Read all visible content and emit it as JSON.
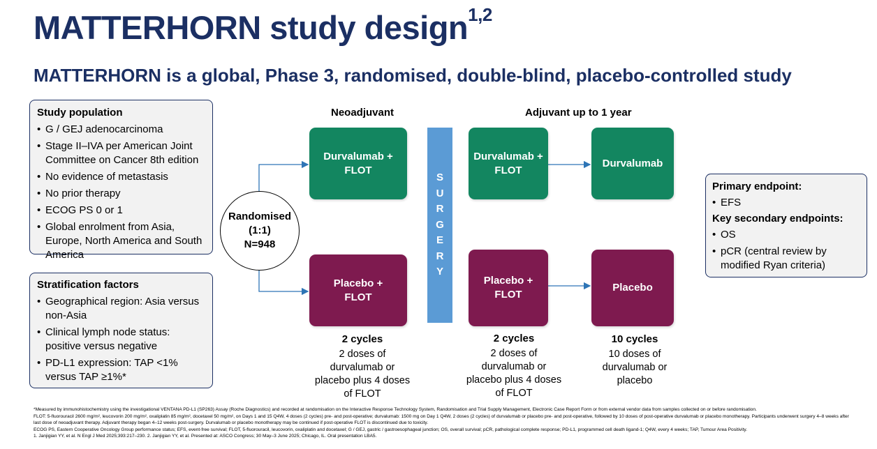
{
  "title": {
    "main": "MATTERHORN study design",
    "sup": "1,2"
  },
  "subtitle": "MATTERHORN is a global, Phase 3, randomised, double-blind, placebo-controlled study",
  "study_population": {
    "heading": "Study population",
    "items": [
      "G / GEJ adenocarcinoma",
      "Stage II–IVA per American Joint Committee on Cancer 8th edition",
      "No evidence of metastasis",
      "No prior therapy",
      "ECOG PS 0 or 1",
      "Global enrolment from Asia, Europe, North America and South America"
    ]
  },
  "stratification": {
    "heading": "Stratification factors",
    "items": [
      "Geographical region: Asia versus non-Asia",
      "Clinical lymph node status: positive versus negative",
      "PD-L1 expression: TAP <1% versus TAP ≥1%*"
    ]
  },
  "randomised": {
    "line1": "Randomised",
    "line2": "(1:1)",
    "line3": "N=948"
  },
  "headers": {
    "neoadjuvant": "Neoadjuvant",
    "adjuvant": "Adjuvant up to 1 year"
  },
  "arms": {
    "neo_durva": "Durvalumab + FLOT",
    "neo_placebo": "Placebo + FLOT",
    "adj_durva_flot": "Durvalumab + FLOT",
    "adj_placebo_flot": "Placebo + FLOT",
    "adj_durva": "Durvalumab",
    "adj_placebo": "Placebo"
  },
  "surgery_letters": [
    "S",
    "U",
    "R",
    "G",
    "E",
    "R",
    "Y"
  ],
  "cycles": {
    "neo": {
      "count": "2 cycles",
      "desc": "2 doses of durvalumab or placebo plus 4 doses of FLOT"
    },
    "adj_flot": {
      "count": "2 cycles",
      "desc": "2 doses of durvalumab or placebo plus 4 doses of FLOT"
    },
    "adj_mono": {
      "count": "10 cycles",
      "desc": "10 doses of durvalumab or placebo"
    }
  },
  "endpoints": {
    "primary_heading": "Primary endpoint:",
    "primary_items": [
      "EFS"
    ],
    "secondary_heading": "Key secondary endpoints:",
    "secondary_items": [
      "OS",
      "pCR (central review by modified Ryan criteria)"
    ]
  },
  "footer": {
    "line1": "*Measured by immunohistochemistry using the investigational VENTANA PD-L1 (SP263) Assay (Roche Diagnostics) and recorded at randomisation on the Interactive Response Technology System, Randomisation and Trial Supply Management, Electronic Case Report Form or from external vendor data from samples collected on or before randomisation.",
    "line2": "FLOT: 5-fluorouracil 2600 mg/m², leucovorin 200 mg/m², oxaliplatin 85 mg/m², docetaxel 50 mg/m², on Days 1 and 15 Q4W, 4 doses (2 cycles) pre- and post-operative; durvalumab: 1500 mg on Day 1 Q4W, 2 doses (2 cycles) of durvalumab or placebo pre- and post-operative, followed by 10 doses of post-operative durvalumab or placebo monotherapy. Participants underwent surgery 4–8 weeks after last dose of neoadjuvant therapy. Adjuvant therapy began 4–12 weeks post-surgery. Durvalumab or placebo monotherapy may be continued if post-operative FLOT is discontinued due to toxicity.",
    "line3": "ECOG PS, Eastern Cooperative Oncology Group performance status; EFS, event-free survival; FLOT, 5-fluorouracil, leucovorin, oxaliplatin and docetaxel; G / GEJ, gastric / gastroesophageal junction; OS, overall survival; pCR, pathological complete response; PD-L1, programmed cell death ligand-1; Q4W, every 4 weeks; TAP, Tumour Area Positivity.",
    "line4": "1. Janjigian YY, et al. N Engl J Med 2025;393:217–230. 2. Janjigian YY, et al. Presented at: ASCO Congress; 30 May–3 June 2025; Chicago, IL. Oral presentation LBA5."
  },
  "colors": {
    "navy": "#1b2f63",
    "green": "#138660",
    "purple": "#7e1a4f",
    "surgery": "#5b9bd5",
    "arrow": "#2e75b6"
  }
}
